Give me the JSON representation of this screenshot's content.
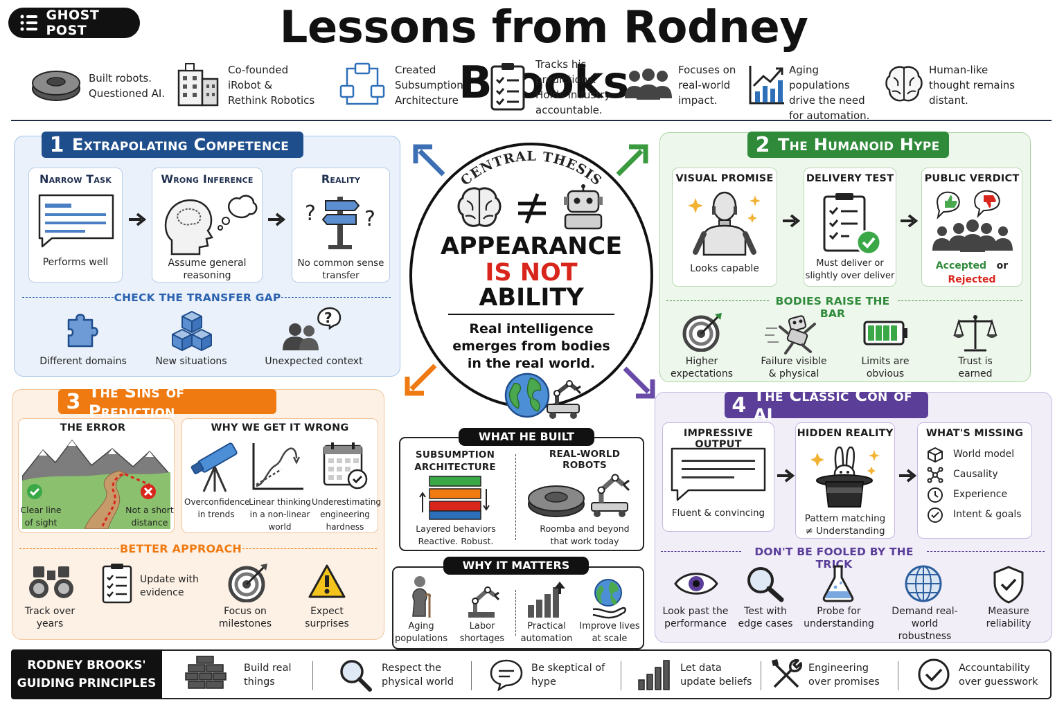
{
  "brand": {
    "label": "GHOST POST"
  },
  "title": "Lessons from Rodney Brooks",
  "top_facts": [
    {
      "text": "Built robots.\nQuestioned AI."
    },
    {
      "text": "Co-founded\niRobot &\nRethink Robotics"
    },
    {
      "text": "Created\nSubsumption\nArchitecture"
    },
    {
      "text": "Tracks his\npredictions.\nHolds industry\naccountable."
    },
    {
      "text": "Focuses on\nreal-world\nimpact."
    },
    {
      "text": "Aging populations\ndrive the need\nfor automation."
    },
    {
      "text": "Human-like\nthought remains\ndistant."
    }
  ],
  "s1": {
    "num": "1",
    "title": "Extrapolating Competence",
    "cards": [
      {
        "head": "Narrow Task",
        "cap": "Performs well"
      },
      {
        "head": "Wrong Inference",
        "cap": "Assume general\nreasoning"
      },
      {
        "head": "Reality",
        "cap": "No common sense\ntransfer"
      }
    ],
    "divider": "CHECK THE TRANSFER GAP",
    "items": [
      "Different domains",
      "New situations",
      "Unexpected context"
    ]
  },
  "center": {
    "arc": "CENTRAL THESIS",
    "line1": "APPEARANCE",
    "line2": "IS NOT",
    "line3": "ABILITY",
    "sub": "Real intelligence\nemerges from bodies\nin the real world."
  },
  "s2": {
    "num": "2",
    "title": "The Humanoid Hype",
    "cards": [
      {
        "head": "VISUAL PROMISE",
        "cap": "Looks capable"
      },
      {
        "head": "DELIVERY TEST",
        "cap": "Must deliver or\nslightly over deliver"
      },
      {
        "head": "PUBLIC VERDICT",
        "cap_a": "Accepted",
        "cap_or": "or",
        "cap_b": "Rejected"
      }
    ],
    "divider": "BODIES RAISE THE BAR",
    "items": [
      "Higher\nexpectations",
      "Failure visible\n& physical",
      "Limits are\nobvious",
      "Trust is\nearned"
    ]
  },
  "s3": {
    "num": "3",
    "title": "The Sins of Prediction",
    "error": {
      "head": "THE ERROR",
      "left": "Clear line\nof sight",
      "right": "Not a short\ndistance"
    },
    "why": {
      "head": "WHY WE GET IT WRONG",
      "items": [
        "Overconfidence\nin trends",
        "Linear thinking\nin a non-linear\nworld",
        "Underestimating\nengineering\nhardness"
      ]
    },
    "divider": "BETTER APPROACH",
    "items": [
      "Track over\nyears",
      "Update with\nevidence",
      "Focus on\nmilestones",
      "Expect\nsurprises"
    ]
  },
  "built": {
    "pill": "WHAT HE BUILT",
    "left_head": "SUBSUMPTION\nARCHITECTURE",
    "left_cap": "Layered behaviors\nReactive. Robust.",
    "right_head": "REAL-WORLD ROBOTS",
    "right_cap": "Roomba and beyond\nthat work today"
  },
  "matters": {
    "pill": "WHY IT MATTERS",
    "items": [
      "Aging\npopulations",
      "Labor\nshortages",
      "Practical\nautomation",
      "Improve lives\nat scale"
    ]
  },
  "s4": {
    "num": "4",
    "title": "The Classic Con of AI",
    "cards": [
      {
        "head": "IMPRESSIVE OUTPUT",
        "cap": "Fluent & convincing"
      },
      {
        "head": "HIDDEN REALITY",
        "cap": "Pattern matching\n≠ Understanding"
      },
      {
        "head": "WHAT'S MISSING",
        "list": [
          "World model",
          "Causality",
          "Experience",
          "Intent & goals"
        ]
      }
    ],
    "divider": "DON'T BE FOOLED BY THE TRICK",
    "items": [
      "Look past the\nperformance",
      "Test with\nedge cases",
      "Probe for\nunderstanding",
      "Demand real-world\nrobustness",
      "Measure\nreliability"
    ]
  },
  "principles": {
    "label": "RODNEY BROOKS'\nGUIDING PRINCIPLES",
    "items": [
      "Build real\nthings",
      "Respect the\nphysical world",
      "Be skeptical of\nhype",
      "Let data\nupdate beliefs",
      "Engineering\nover promises",
      "Accountability\nover guesswork"
    ]
  },
  "colors": {
    "blue": "#1f4e8c",
    "green": "#2f8a3a",
    "orange": "#ef7a12",
    "purple": "#5a3e98",
    "red": "#d9261c"
  }
}
